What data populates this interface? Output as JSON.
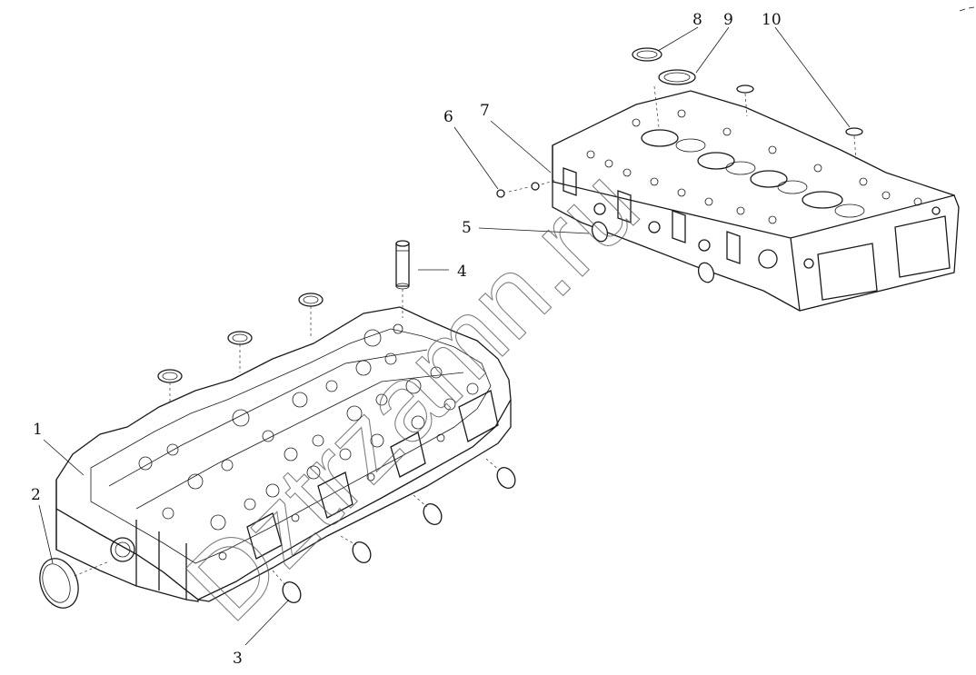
{
  "callouts": [
    {
      "id": "1",
      "text": "1"
    },
    {
      "id": "2",
      "text": "2"
    },
    {
      "id": "3",
      "text": "3"
    },
    {
      "id": "4",
      "text": "4"
    },
    {
      "id": "5",
      "text": "5"
    },
    {
      "id": "6",
      "text": "6"
    },
    {
      "id": "7",
      "text": "7"
    },
    {
      "id": "8",
      "text": "8"
    },
    {
      "id": "9",
      "text": "9"
    },
    {
      "id": "10",
      "text": "10"
    }
  ],
  "watermark": "Dztrzamn.ru"
}
